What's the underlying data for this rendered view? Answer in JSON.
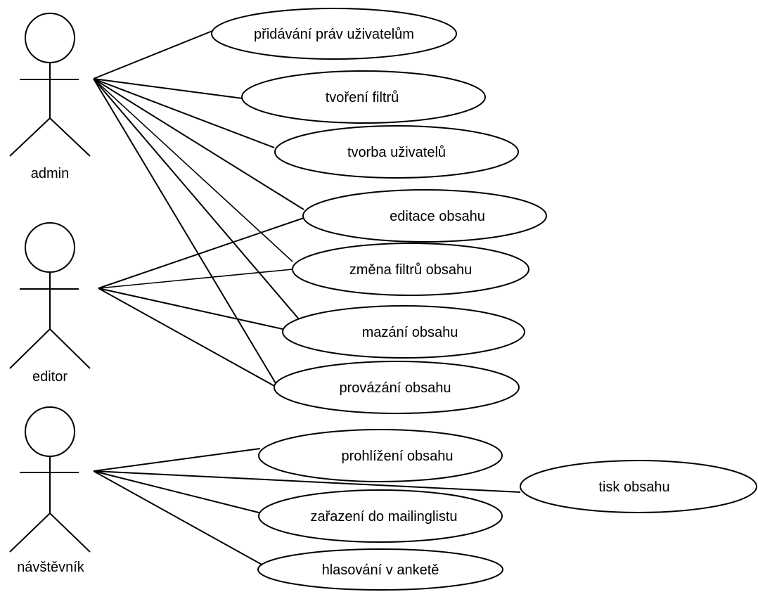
{
  "actors": [
    {
      "id": "admin",
      "label": "admin"
    },
    {
      "id": "editor",
      "label": "editor"
    },
    {
      "id": "visitor",
      "label": "návštěvník"
    }
  ],
  "use_cases": [
    {
      "id": "uc1",
      "label": "přidávání práv uživatelům"
    },
    {
      "id": "uc2",
      "label": "tvoření filtrů"
    },
    {
      "id": "uc3",
      "label": "tvorba uživatelů"
    },
    {
      "id": "uc4",
      "label": "editace obsahu"
    },
    {
      "id": "uc5",
      "label": "změna filtrů obsahu"
    },
    {
      "id": "uc6",
      "label": "mazání obsahu"
    },
    {
      "id": "uc7",
      "label": "provázání obsahu"
    },
    {
      "id": "uc8",
      "label": "prohlížení obsahu"
    },
    {
      "id": "uc9",
      "label": "tisk obsahu"
    },
    {
      "id": "uc10",
      "label": "zařazení do mailinglistu"
    },
    {
      "id": "uc11",
      "label": "hlasování v anketě"
    }
  ],
  "associations": [
    {
      "actor": "admin",
      "use_case": "uc1"
    },
    {
      "actor": "admin",
      "use_case": "uc2"
    },
    {
      "actor": "admin",
      "use_case": "uc3"
    },
    {
      "actor": "admin",
      "use_case": "uc4"
    },
    {
      "actor": "admin",
      "use_case": "uc5"
    },
    {
      "actor": "admin",
      "use_case": "uc6"
    },
    {
      "actor": "admin",
      "use_case": "uc7"
    },
    {
      "actor": "editor",
      "use_case": "uc4"
    },
    {
      "actor": "editor",
      "use_case": "uc5"
    },
    {
      "actor": "editor",
      "use_case": "uc6"
    },
    {
      "actor": "editor",
      "use_case": "uc7"
    },
    {
      "actor": "visitor",
      "use_case": "uc8"
    },
    {
      "actor": "visitor",
      "use_case": "uc9"
    },
    {
      "actor": "visitor",
      "use_case": "uc10"
    },
    {
      "actor": "visitor",
      "use_case": "uc11"
    }
  ]
}
